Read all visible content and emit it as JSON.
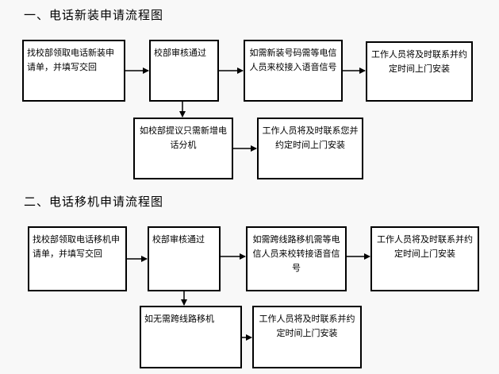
{
  "section1": {
    "title": "一、电话新装申请流程图",
    "steps": [
      "找校部领取电话新装申请单，并填写交回",
      "校部审核通过",
      "如需新装号码需等电信人员来校接入语音信号",
      "工作人员将及时联系并约定时间上门安装"
    ],
    "branch": [
      "如校部提议只需新增电话分机",
      "工作人员将及时联系您并约定时间上门安装"
    ]
  },
  "section2": {
    "title": "二、电话移机申请流程图",
    "steps": [
      "找校部领取电话移机申请单，并填写交回",
      "校部审核通过",
      "如需跨线路移机需等电信人员来校转接语音信号",
      "工作人员将及时联系并约定时间上门安装"
    ],
    "branch": [
      "如无需跨线路移机",
      "工作人员将及时联系并约定时间上门安装"
    ]
  }
}
